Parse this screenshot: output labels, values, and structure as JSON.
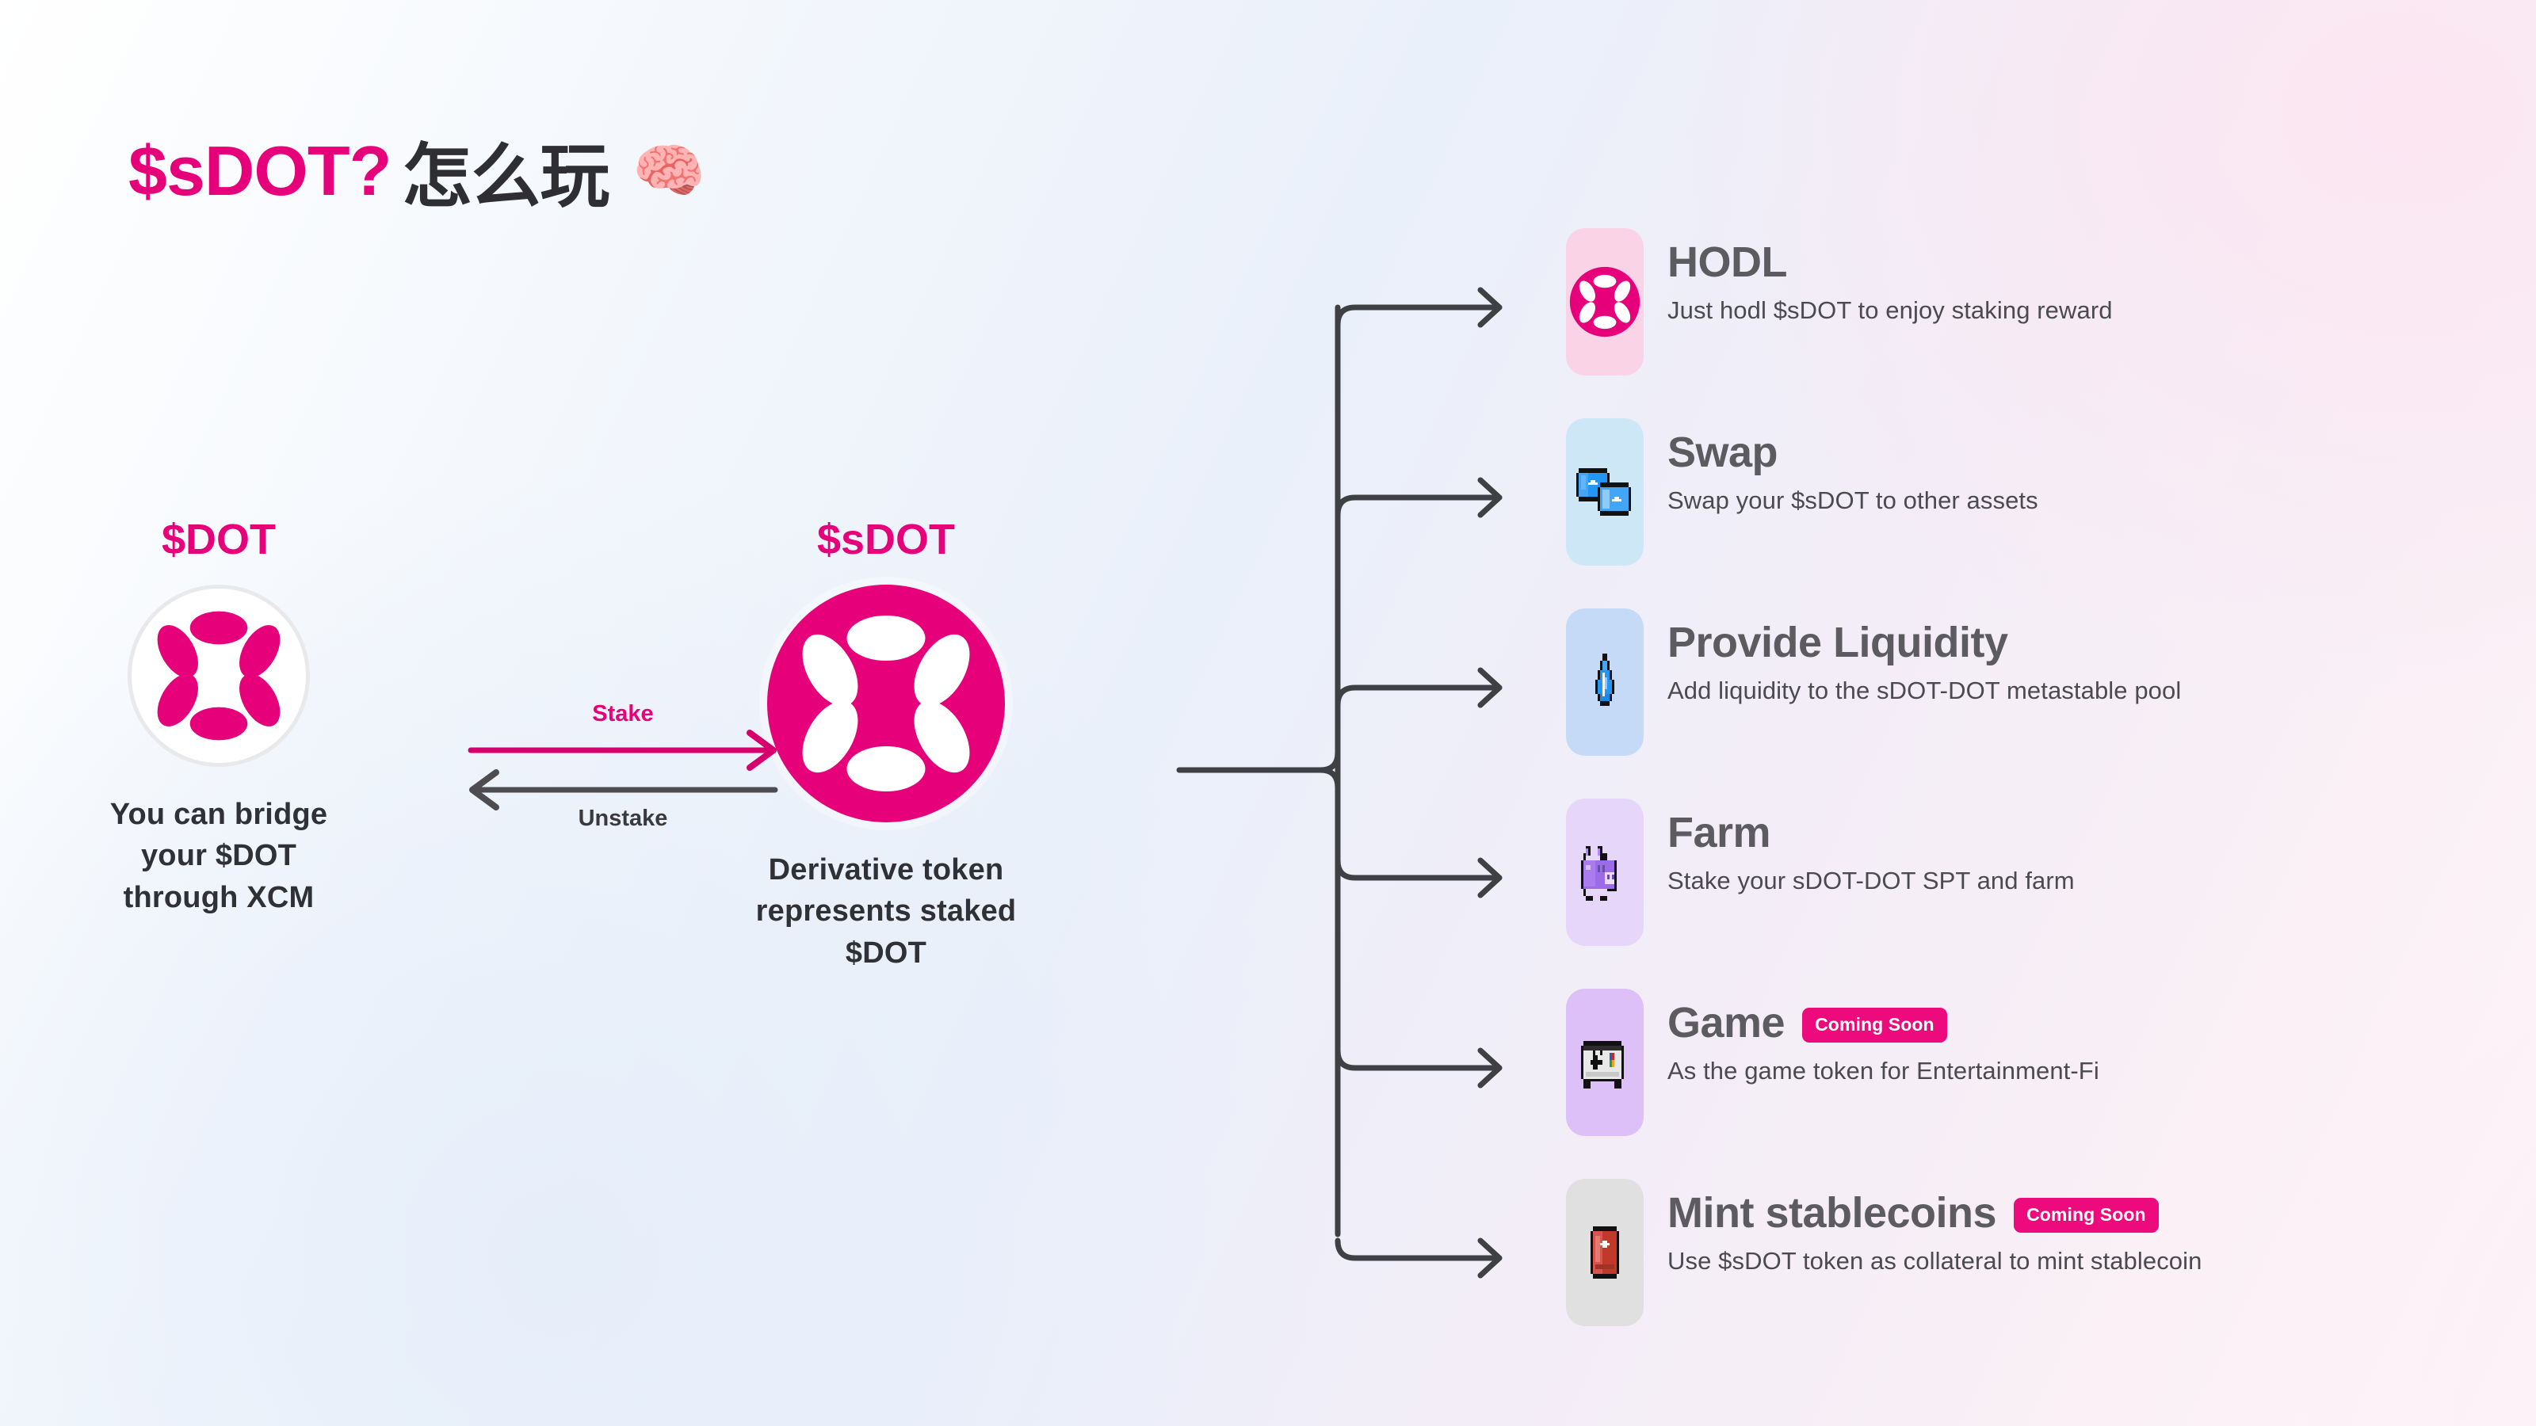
{
  "title": {
    "prefix": "$sDOT?",
    "suffix": "怎么玩",
    "emoji": "🧠"
  },
  "colors": {
    "brand_pink": "#e6007a",
    "badge_pink": "#ec0a7c",
    "title_dark": "#2f2f33",
    "item_title_grey": "#5c5c60",
    "arrow_grey": "#3f4044"
  },
  "flow": {
    "source": {
      "label": "$DOT",
      "icon": "polkadot-logo-outline",
      "caption": "You can bridge\nyour $DOT\nthrough XCM"
    },
    "target": {
      "label": "$sDOT",
      "icon": "polkadot-logo-filled",
      "caption": "Derivative token\nrepresents staked\n$DOT"
    },
    "forward_arrow_label": "Stake",
    "backward_arrow_label": "Unstake"
  },
  "use_cases": [
    {
      "title": "HODL",
      "subtitle": "Just hodl $sDOT to enjoy staking reward",
      "badge": "",
      "icon": "polkadot-token-icon",
      "tile_color": "#fbd3e6"
    },
    {
      "title": "Swap",
      "subtitle": "Swap your $sDOT to other assets",
      "badge": "",
      "icon": "blue-gems-icon",
      "tile_color": "#cde7f7"
    },
    {
      "title": "Provide Liquidity",
      "subtitle": "Add liquidity to the sDOT-DOT metastable pool",
      "badge": "",
      "icon": "water-droplet-icon",
      "tile_color": "#c5daf7"
    },
    {
      "title": "Farm",
      "subtitle": "Stake your sDOT-DOT SPT and farm",
      "badge": "",
      "icon": "purple-animal-icon",
      "tile_color": "#e6d6f9"
    },
    {
      "title": "Game",
      "subtitle": "As the game token for Entertainment-Fi",
      "badge": "Coming Soon",
      "icon": "gamepad-icon",
      "tile_color": "#ddc0f7"
    },
    {
      "title": "Mint stablecoins",
      "subtitle": "Use $sDOT token as collateral to mint stablecoin",
      "badge": "Coming Soon",
      "icon": "red-gem-icon",
      "tile_color": "#e0e0e0"
    }
  ]
}
